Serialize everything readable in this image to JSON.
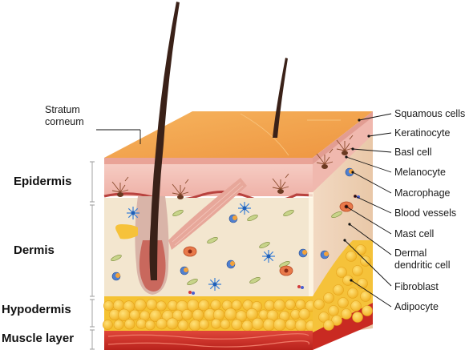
{
  "layers": [
    {
      "key": "epidermis",
      "label": "Epidermis"
    },
    {
      "key": "dermis",
      "label": "Dermis"
    },
    {
      "key": "hypodermis",
      "label": "Hypodermis"
    },
    {
      "key": "muscle",
      "label": "Muscle layer"
    }
  ],
  "labels": {
    "stratum_corneum": "Stratum\ncorneum",
    "right": [
      "Squamous cells",
      "Keratinocyte",
      "Basl cell",
      "Melanocyte",
      "Macrophage",
      "Blood vessels",
      "Mast cell",
      "Dermal\ndendritic cell",
      "Fibroblast",
      "Adipocyte"
    ]
  },
  "colors": {
    "epidermis_top": "#f2a44a",
    "epidermis_side": "#f3c9c0",
    "basal_line": "#c04a48",
    "dermis": "#f3e6cf",
    "fat": "#f7c534",
    "muscle": "#d83228",
    "hair": "#3a2118",
    "hair_bulb": "#c9685d"
  }
}
